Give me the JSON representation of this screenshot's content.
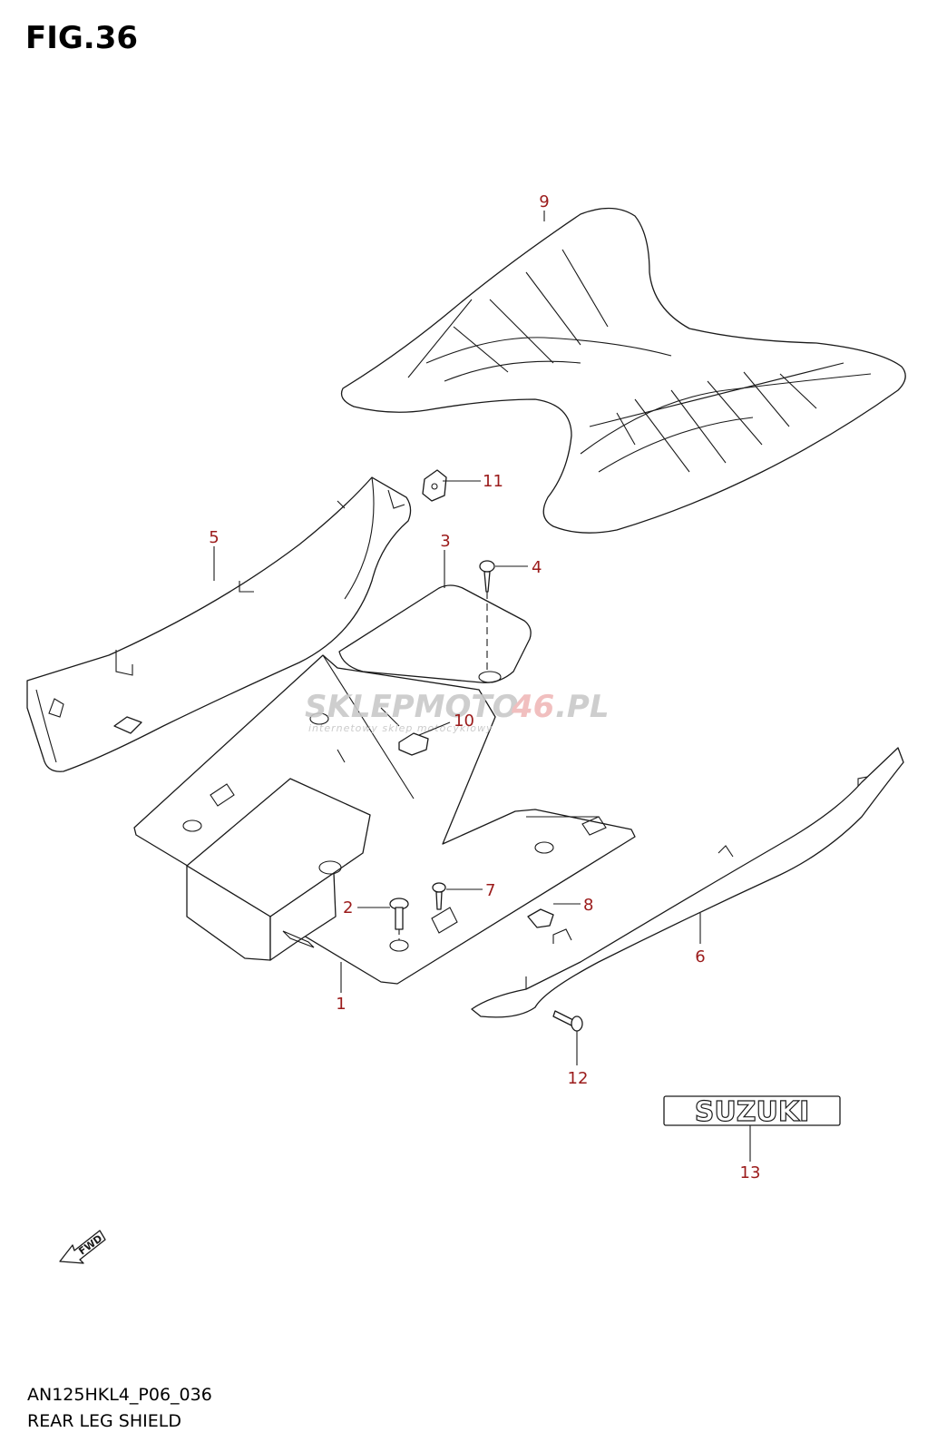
{
  "figure": {
    "title": "FIG.36"
  },
  "footer": {
    "code": "AN125HKL4_P06_036",
    "name": "REAR LEG SHIELD"
  },
  "callouts": {
    "c1": "1",
    "c2": "2",
    "c3": "3",
    "c4": "4",
    "c5": "5",
    "c6": "6",
    "c7": "7",
    "c8": "8",
    "c9": "9",
    "c10": "10",
    "c11": "11",
    "c12": "12",
    "c13": "13"
  },
  "logo": {
    "text": "SUZUKI"
  },
  "fwd": {
    "text": "FWD"
  },
  "watermark": {
    "brand_a": "SKLEPMOTO",
    "brand_b": "46",
    "brand_c": ".PL",
    "subtitle": "internetowy sklep motocyklowy"
  },
  "colors": {
    "callout": "#9b1b1b",
    "line": "#1a1a1a"
  }
}
